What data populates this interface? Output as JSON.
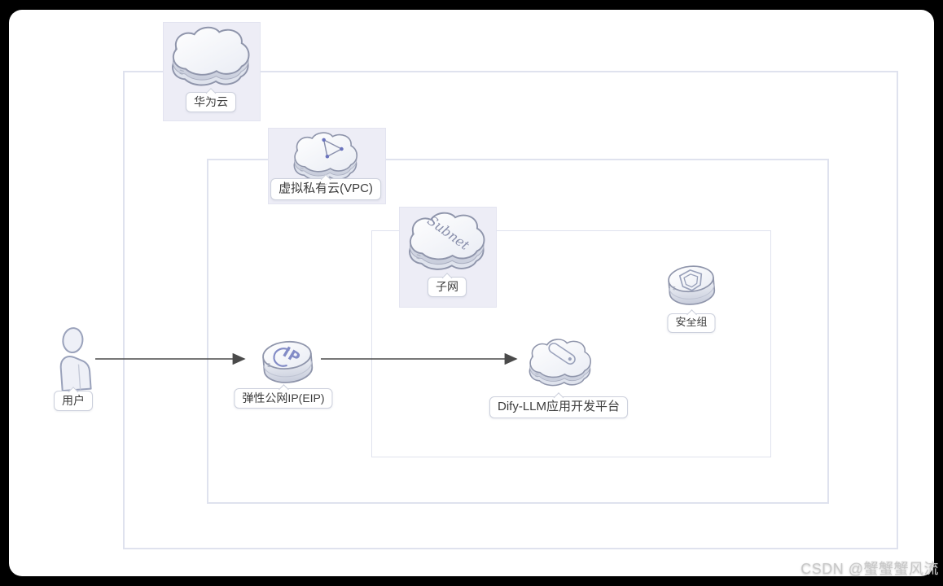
{
  "watermark": "CSDN @蟹蟹蟹风流",
  "regions": {
    "huawei_cloud": {
      "label": "华为云"
    },
    "vpc": {
      "label": "虚拟私有云(VPC)"
    },
    "subnet": {
      "label": "子网",
      "icon_text": "Subnet"
    }
  },
  "nodes": {
    "user": {
      "label": "用户"
    },
    "eip": {
      "label": "弹性公网IP(EIP)",
      "icon_text": "IP"
    },
    "dify": {
      "label": "Dify-LLM应用开发平台"
    },
    "security_group": {
      "label": "安全组"
    }
  },
  "icons": {
    "huawei_cloud": "cloud-3d-icon",
    "vpc": "cloud-network-triangle-icon",
    "subnet": "cloud-subnet-icon",
    "security_group": "shield-cylinder-icon",
    "eip": "ip-cylinder-icon",
    "dify": "cloud-app-icon",
    "user": "person-icon"
  },
  "colors": {
    "frame": "#000000",
    "canvas": "#ffffff",
    "region_border": "#dfe2ee",
    "icon_container_bg": "#ededf6",
    "label_border": "#ccd0dc",
    "label_text": "#3d3d3d",
    "icon_stroke": "#8f95ab",
    "icon_side": "#dfe3ed",
    "glyph_purple": "#828bc6",
    "arrow": "#4a4a4a",
    "watermark_text": "#c8c8c8"
  }
}
